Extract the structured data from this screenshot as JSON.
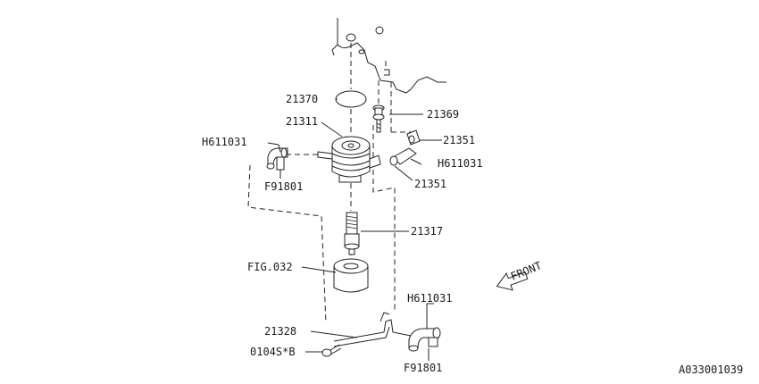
{
  "diagram": {
    "labels": {
      "p21370": "21370",
      "p21311": "21311",
      "p21369": "21369",
      "h611031_left": "H611031",
      "p21351_top": "21351",
      "h611031_right": "H611031",
      "f91801_left": "F91801",
      "p21351_bottom": "21351",
      "p21317": "21317",
      "fig032": "FIG.032",
      "front": "FRONT",
      "h611031_bottom": "H611031",
      "p21328": "21328",
      "p0104sb": "0104S*B",
      "f91801_bottom": "F91801",
      "figure_id": "A033001039"
    }
  }
}
